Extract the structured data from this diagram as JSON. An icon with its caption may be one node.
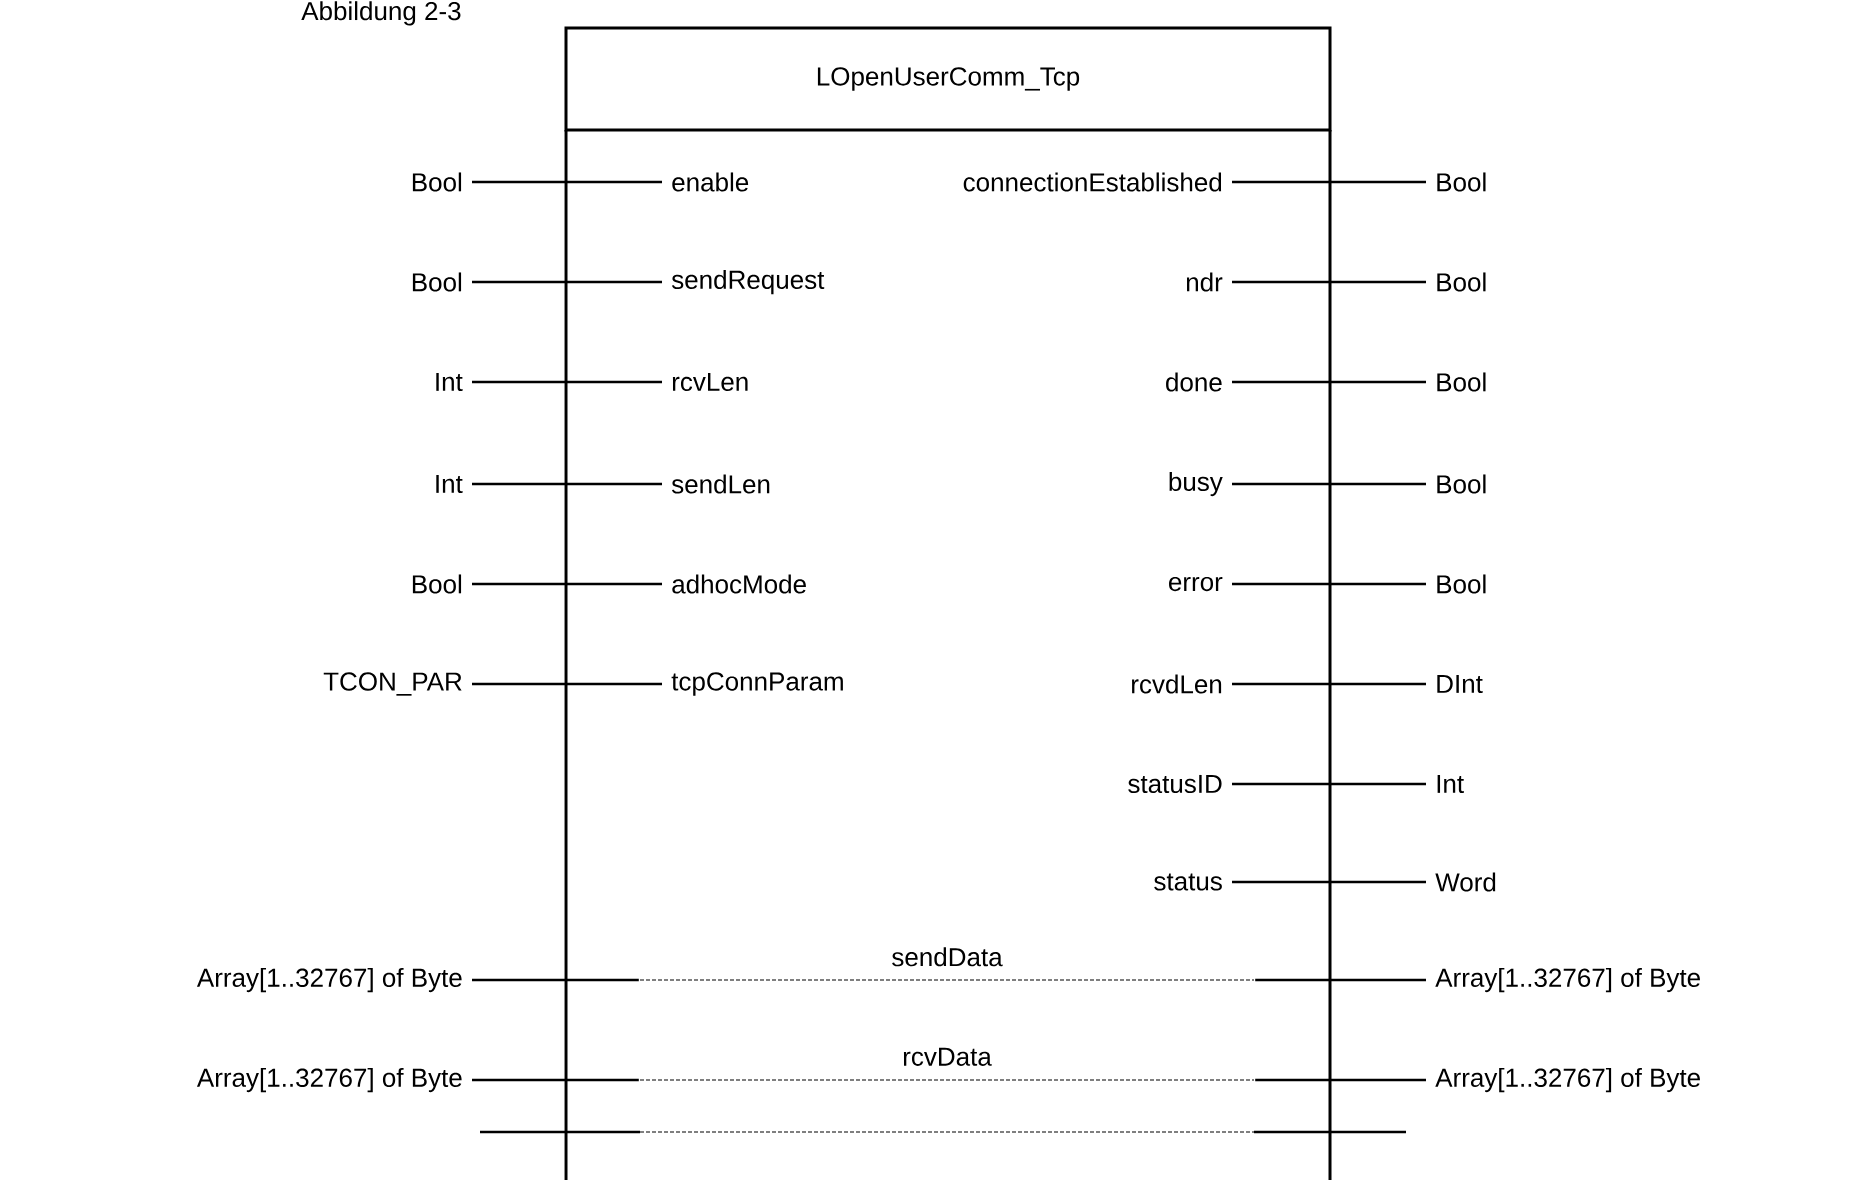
{
  "diagram": {
    "title": "Abbildung 2-3",
    "nodes": [
      {
        "text": [
          "LOpenUserComm_Tcp"
        ]
      },
      {
        "text": [
          "Bool"
        ]
      },
      {
        "text": [
          "enable"
        ],
        "in": 0
      },
      {
        "text": [
          "connectionEstablished"
        ],
        "in": 0
      },
      {
        "text": [
          "Bool"
        ]
      },
      {
        "text": [
          "Bool"
        ]
      },
      {
        "text": [
          "sendRequest"
        ],
        "in": 0
      },
      {
        "text": [
          "ndr"
        ],
        "in": 0
      },
      {
        "text": [
          "Bool"
        ]
      },
      {
        "text": [
          "Int"
        ]
      },
      {
        "text": [
          "rcvLen"
        ],
        "in": 0
      },
      {
        "text": [
          "done"
        ],
        "in": 0
      },
      {
        "text": [
          "Bool"
        ]
      },
      {
        "text": [
          "Int"
        ]
      },
      {
        "text": [
          "sendLen"
        ],
        "in": 0
      },
      {
        "text": [
          "busy"
        ],
        "in": 0
      },
      {
        "text": [
          "Bool"
        ]
      },
      {
        "text": [
          "Bool"
        ]
      },
      {
        "text": [
          "adhocMode"
        ],
        "in": 0
      },
      {
        "text": [
          "error"
        ],
        "in": 0
      },
      {
        "text": [
          "Bool"
        ]
      },
      {
        "text": [
          "TCON_PAR"
        ]
      },
      {
        "text": [
          "tcpConnParam"
        ],
        "in": 0
      },
      {
        "text": [
          "rcvdLen"
        ],
        "in": 0
      },
      {
        "text": [
          "DInt"
        ]
      },
      {
        "text": [
          "statusID"
        ],
        "in": 0
      },
      {
        "text": [
          "Int"
        ]
      },
      {
        "text": [
          "status"
        ],
        "in": 0
      },
      {
        "text": [
          "Word"
        ]
      },
      {
        "text": [
          "Array[1..32767] of Byte"
        ]
      },
      {
        "text": [
          "sendData"
        ],
        "in": 0
      },
      {
        "text": [
          "Array[1..32767] of Byte"
        ]
      },
      {
        "text": [
          "Array[1..32767] of Byte"
        ]
      },
      {
        "text": [
          "rcvData"
        ],
        "in": 0
      },
      {
        "text": [
          "Array[1..32767] of Byte"
        ]
      }
    ],
    "edges": [
      {
        "from": 1,
        "to": 2,
        "arrow": "none"
      },
      {
        "from": 3,
        "to": 4,
        "arrow": "none"
      },
      {
        "from": 5,
        "to": 6,
        "arrow": "none"
      },
      {
        "from": 7,
        "to": 8,
        "arrow": "none"
      },
      {
        "from": 9,
        "to": 10,
        "arrow": "none"
      },
      {
        "from": 11,
        "to": 12,
        "arrow": "none"
      },
      {
        "from": 13,
        "to": 14,
        "arrow": "none"
      },
      {
        "from": 15,
        "to": 16,
        "arrow": "none"
      },
      {
        "from": 17,
        "to": 18,
        "arrow": "none"
      },
      {
        "from": 19,
        "to": 20,
        "arrow": "none"
      },
      {
        "from": 21,
        "to": 22,
        "arrow": "none"
      },
      {
        "from": 23,
        "to": 24,
        "arrow": "none"
      },
      {
        "from": 25,
        "to": 26,
        "arrow": "none"
      },
      {
        "from": 27,
        "to": 28,
        "arrow": "none"
      },
      {
        "from": 29,
        "to": 30,
        "arrow": "none"
      },
      {
        "from": 30,
        "to": 31,
        "arrow": "none"
      },
      {
        "from": 32,
        "to": 33,
        "arrow": "none"
      },
      {
        "from": 33,
        "to": 34,
        "arrow": "none"
      }
    ]
  }
}
